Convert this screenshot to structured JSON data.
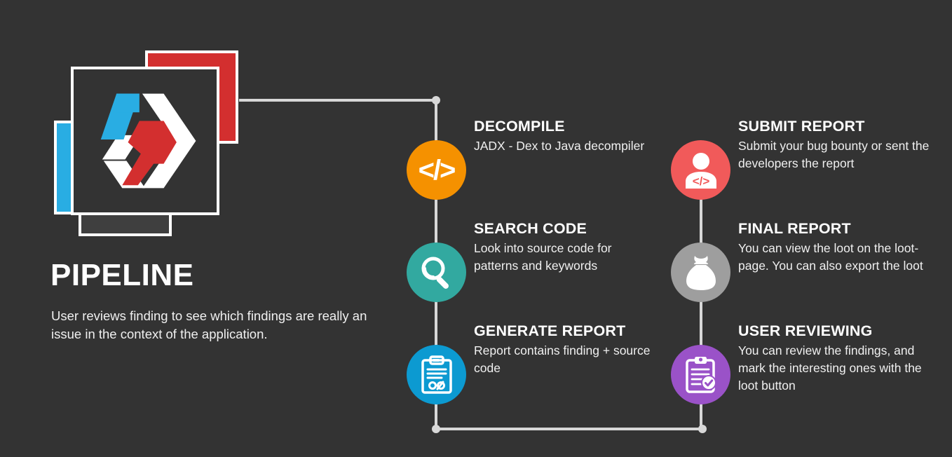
{
  "background_color": "#333333",
  "brand": {
    "title": "PIPELINE",
    "description": "User reviews finding to see which findings are really an issue in the context of the application.",
    "logo_name": "hexagon-pipeline-logo",
    "card_colors": {
      "blue": "#29ADE3",
      "red": "#D32F2F",
      "dark": "#3f3f3f",
      "main": "#333333",
      "border": "#ffffff"
    },
    "logo_colors": {
      "blue": "#29ADE3",
      "white": "#ffffff",
      "red": "#D32F2F"
    }
  },
  "connector": {
    "color": "#d8d8d8",
    "dot_name": "connector-dot"
  },
  "steps": [
    {
      "id": "decompile",
      "title": "DECOMPILE",
      "description": "JADX - Dex to Java decompiler",
      "color": "#F59100",
      "icon": "code-brackets-icon",
      "column": "left",
      "row": 1
    },
    {
      "id": "search-code",
      "title": "SEARCH CODE",
      "description": "Look into source code for patterns and keywords",
      "color": "#32A9A0",
      "icon": "magnifier-icon",
      "column": "left",
      "row": 2
    },
    {
      "id": "generate-report",
      "title": "GENERATE REPORT",
      "description": "Report contains finding + source code",
      "color": "#0C9AD1",
      "icon": "clipboard-code-icon",
      "column": "left",
      "row": 3
    },
    {
      "id": "submit-report",
      "title": "SUBMIT REPORT",
      "description": "Submit your bug bounty or sent the developers the report",
      "color": "#F15A5A",
      "icon": "developer-person-icon",
      "column": "right",
      "row": 1
    },
    {
      "id": "final-report",
      "title": "FINAL REPORT",
      "description": "You can view the loot on the loot-page. You can also export the loot",
      "color": "#9E9E9E",
      "icon": "money-bag-icon",
      "column": "right",
      "row": 2
    },
    {
      "id": "user-reviewing",
      "title": "USER REVIEWING",
      "description": "You can review the findings, and mark the interesting ones with the loot button",
      "color": "#9A52C8",
      "icon": "clipboard-check-icon",
      "column": "right",
      "row": 3
    }
  ]
}
